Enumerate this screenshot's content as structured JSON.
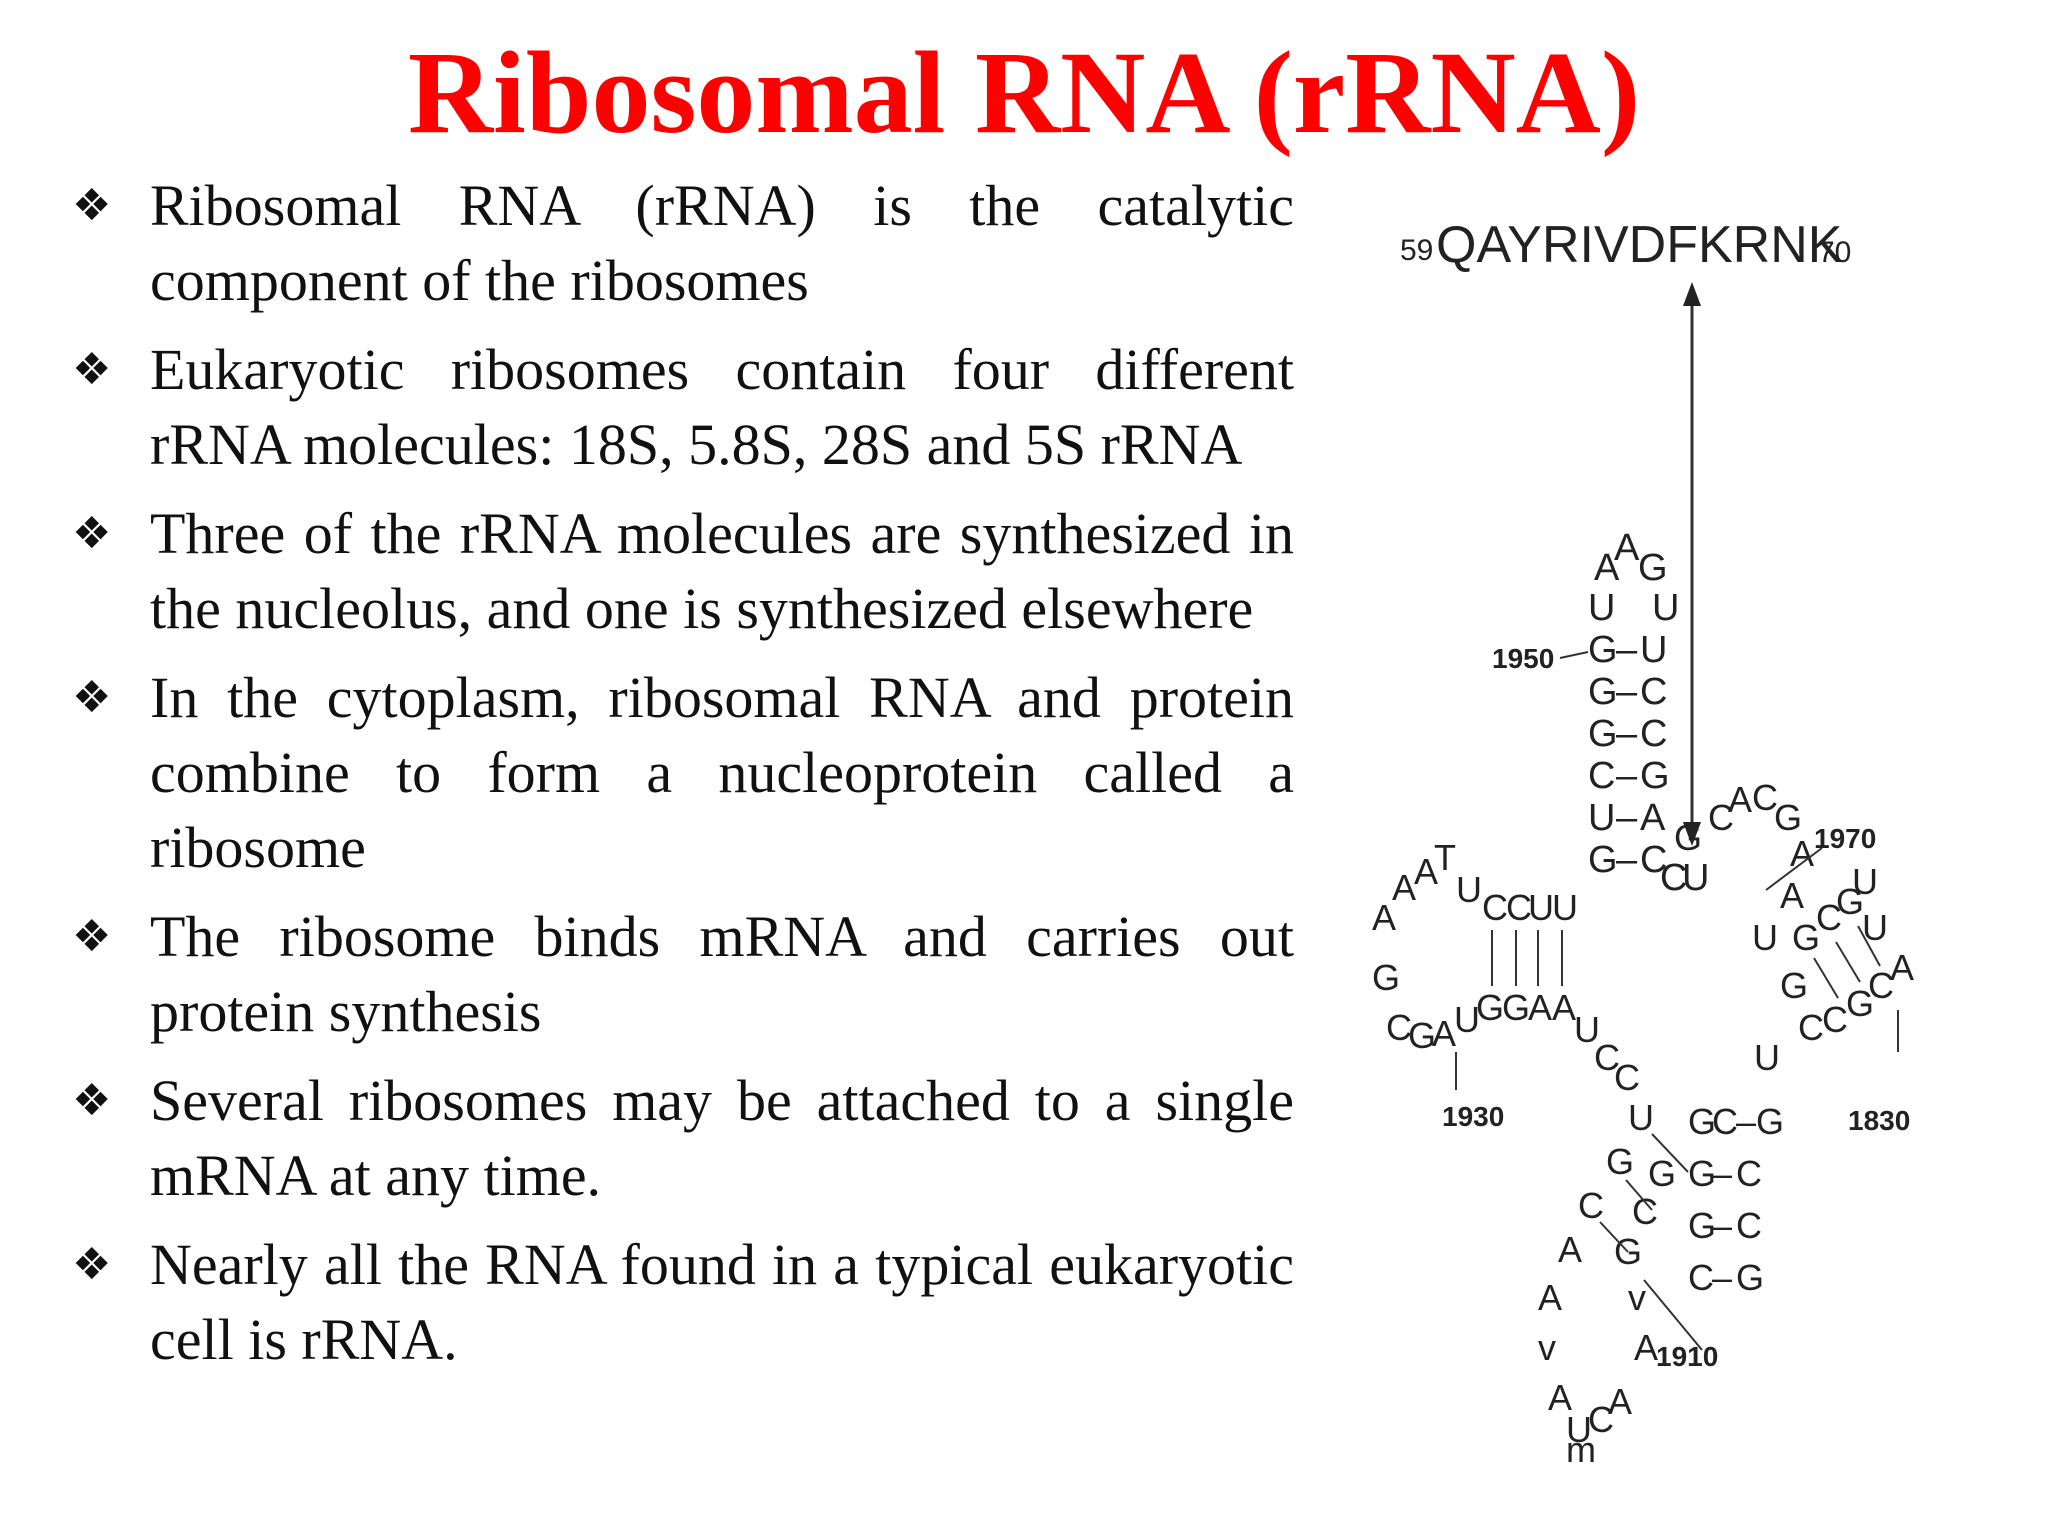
{
  "slide": {
    "title": "Ribosomal RNA (rRNA)",
    "bullet_icon": "four-diamond-bullet-icon",
    "bullets": [
      "Ribosomal RNA (rRNA) is the catalytic component of the ribosomes",
      "Eukaryotic ribosomes contain four different rRNA molecules: 18S, 5.8S, 28S and 5S rRNA",
      "Three of the rRNA molecules are synthesized in the nucleolus, and one is synthesized elsewhere",
      "In the cytoplasm, ribosomal RNA and protein combine to form a nucleoprotein called a ribosome",
      "The ribosome binds mRNA and carries out protein synthesis",
      "Several ribosomes may be attached to a single mRNA at any time.",
      "Nearly all the RNA found in a typical eukaryotic cell is rRNA."
    ]
  },
  "figure": {
    "peptide": {
      "start": "59",
      "sequence": "QAYRIVDFKRNK",
      "end": "70"
    },
    "numbers": {
      "n1950": "1950",
      "n1970": "1970",
      "n1930": "1930",
      "n1830": "1830",
      "n1910": "1910"
    }
  },
  "colors": {
    "title": "#ff0000",
    "text": "#111111"
  }
}
